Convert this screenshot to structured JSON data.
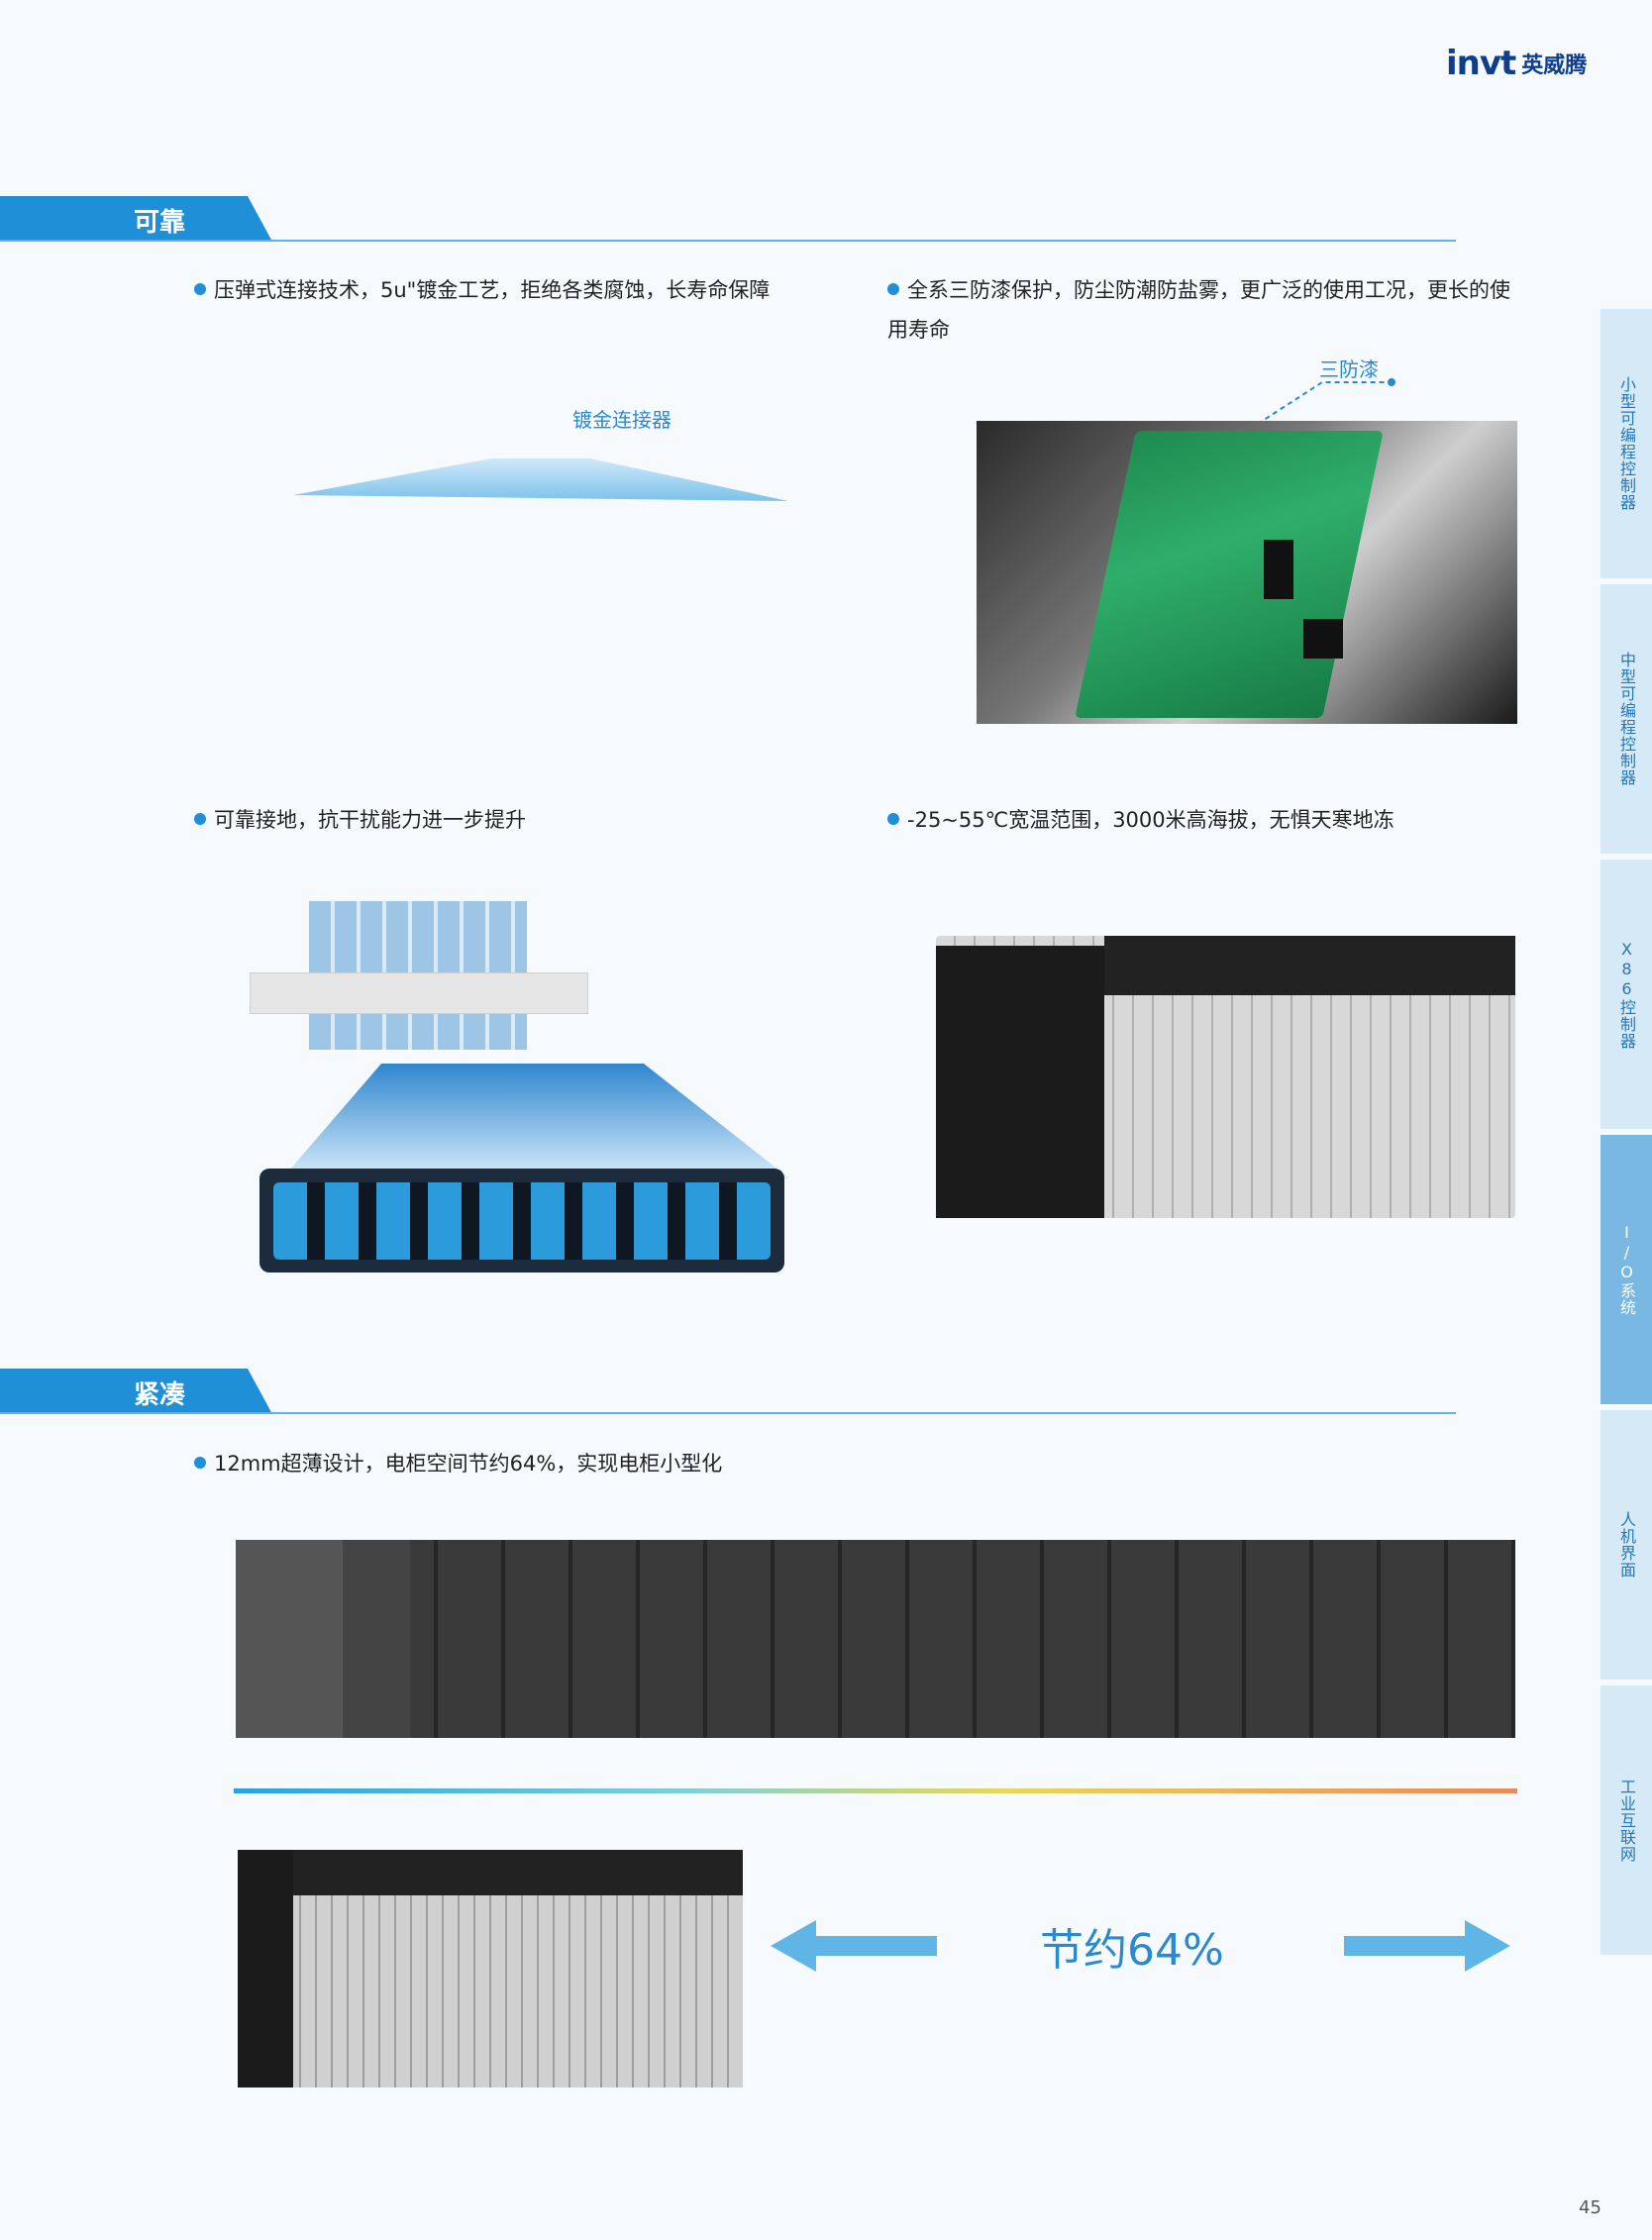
{
  "header": {
    "logo_mark": "invt",
    "logo_cn": "英威腾"
  },
  "sections": [
    {
      "title": "可靠"
    },
    {
      "title": "紧凑"
    }
  ],
  "reliable": {
    "bullet1": "压弹式连接技术，5u\"镀金工艺，拒绝各类腐蚀，长寿命保障",
    "bullet2_line1": "全系三防漆保护，防尘防潮防盐雾，更广泛的使用工况，更长的使",
    "bullet2_line2": "用寿命",
    "label_gold": "镀金连接器",
    "label_coat": "三防漆",
    "bullet3": "可靠接地，抗干扰能力进一步提升",
    "bullet4": "-25~55℃宽温范围，3000米高海拔，无惧天寒地冻"
  },
  "compact": {
    "bullet1": "12mm超薄设计，电柜空间节约64%，实现电柜小型化",
    "save_label": "节约64%"
  },
  "sidenav": [
    {
      "label": "小型可编程控制器",
      "active": false
    },
    {
      "label": "中型可编程控制器",
      "active": false
    },
    {
      "label": "X86控制器",
      "active": false
    },
    {
      "label": "I/O系统",
      "active": true
    },
    {
      "label": "人机界面",
      "active": false
    },
    {
      "label": "工业互联网",
      "active": false
    }
  ],
  "page_number": "45",
  "colors": {
    "accent": "#1f8fd8",
    "nav_bg": "#d6e9f7",
    "nav_active": "#7ab8e4"
  }
}
